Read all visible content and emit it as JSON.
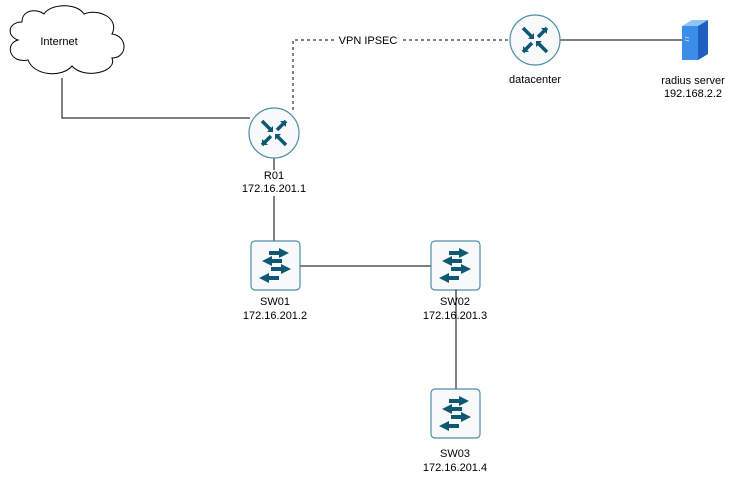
{
  "diagram": {
    "nodes": {
      "internet": {
        "label": "Internet",
        "type": "cloud"
      },
      "r01": {
        "name": "R01",
        "ip": "172.16.201.1",
        "type": "router"
      },
      "datacenter": {
        "name": "datacenter",
        "type": "router"
      },
      "radius": {
        "name": "radius server",
        "ip": "192.168.2.2",
        "type": "server"
      },
      "sw01": {
        "name": "SW01",
        "ip": "172.16.201.2",
        "type": "switch"
      },
      "sw02": {
        "name": "SW02",
        "ip": "172.16.201.3",
        "type": "switch"
      },
      "sw03": {
        "name": "SW03",
        "ip": "172.16.201.4",
        "type": "switch"
      }
    },
    "edges": [
      {
        "from": "internet",
        "to": "r01",
        "style": "solid"
      },
      {
        "from": "r01",
        "to": "datacenter",
        "style": "dashed",
        "label": "VPN IPSEC"
      },
      {
        "from": "datacenter",
        "to": "radius",
        "style": "solid"
      },
      {
        "from": "r01",
        "to": "sw01",
        "style": "solid"
      },
      {
        "from": "sw01",
        "to": "sw02",
        "style": "solid"
      },
      {
        "from": "sw02",
        "to": "sw03",
        "style": "solid"
      }
    ],
    "colors": {
      "device": "#0e5873",
      "router_stroke": "#4b8fa6",
      "line": "#000000",
      "server": "#2f7fe0"
    }
  }
}
